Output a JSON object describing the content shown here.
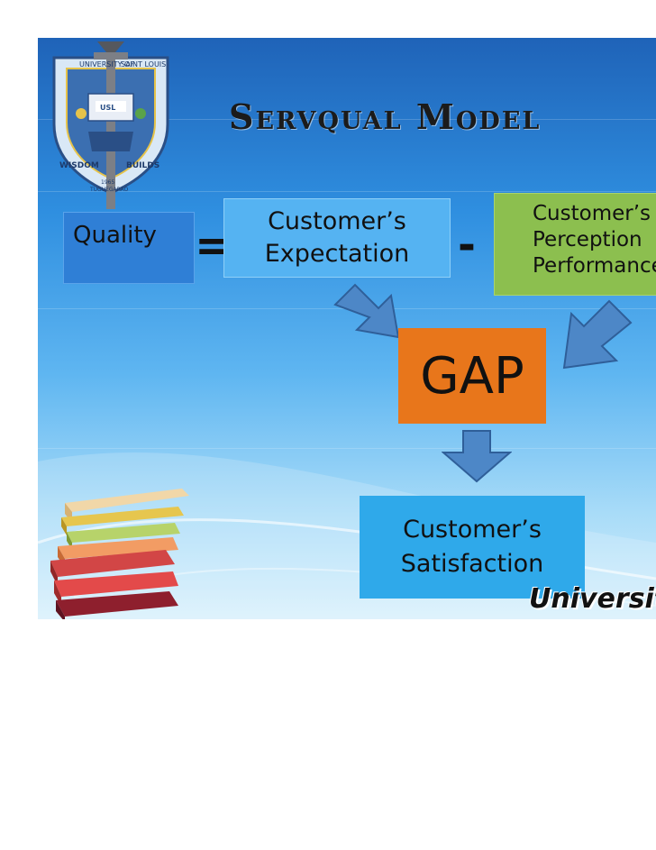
{
  "slide": {
    "title": "Servqual Model",
    "quality_label": "Quality",
    "equals_sign": "=",
    "minus_sign": "-",
    "expectation_lines": [
      "Customer’s",
      "Expectation"
    ],
    "perception_lines": [
      "Customer’s",
      "Perception",
      "Performance"
    ],
    "gap_label": "GAP",
    "satisfaction_lines": [
      "Customer’s",
      "Satisfaction"
    ],
    "footer_text": "University",
    "colors": {
      "quality_box": "#2f7fd6",
      "expectation_box": "#55b3f2",
      "perception_box": "#8cbf4f",
      "gap_box": "#e8761b",
      "satisfaction_box": "#2fa9ea",
      "arrow": "#4d87c7"
    }
  },
  "logo": {
    "text": [
      "UNIVERSITY OF",
      "SAINT LOUIS",
      "WISDOM",
      "BUILDS",
      "USL",
      "1965",
      "TUGUEGARAO"
    ],
    "icon": "university-seal-icon"
  },
  "decor": {
    "books_icon": "stack-of-books-icon"
  }
}
